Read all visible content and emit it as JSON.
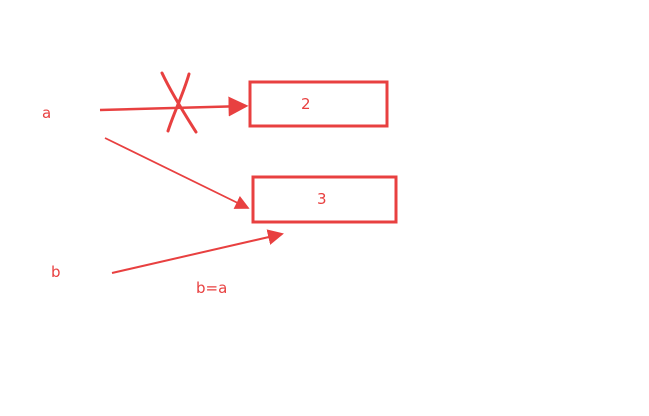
{
  "diagram": {
    "var_a": "a",
    "var_b": "b",
    "box_top_value": "2",
    "box_bottom_value": "3",
    "caption": "b=a"
  },
  "colors": {
    "stroke": "#e84040"
  },
  "icons": {
    "cross_mark": "x-mark-icon"
  }
}
